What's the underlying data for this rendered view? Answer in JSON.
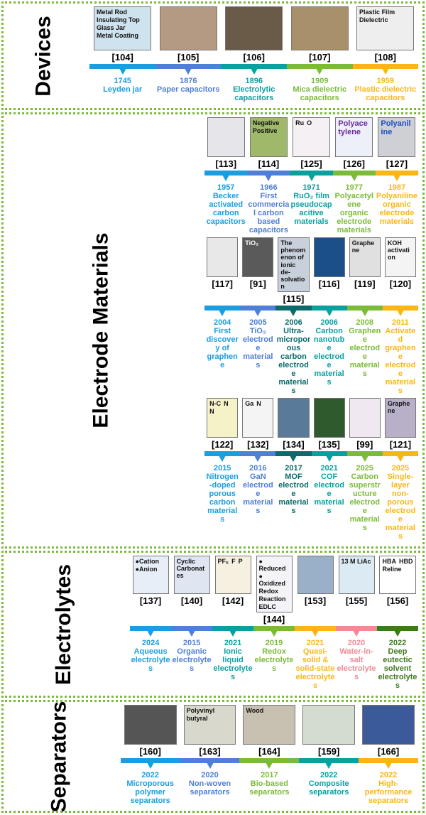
{
  "colors": {
    "blue": "#1a9ee0",
    "periwinkle": "#4f7fd6",
    "teal": "#0aa0a0",
    "darkteal": "#0b6b6b",
    "green": "#7cbb3a",
    "orange": "#fbb615",
    "pink": "#f08a94",
    "darkgreen": "#3d7a1e",
    "border": "#7cbb3a"
  },
  "sections": [
    {
      "title": "Devices",
      "rows": [
        {
          "items": [
            {
              "ref": "[104]",
              "year": "1745",
              "label": "Leyden jar",
              "color": "blue",
              "pic": "#cfe3ee",
              "image_labels": [
                "Metal Rod",
                "Insulating Top",
                "Glass Jar",
                "Metal Coating"
              ]
            },
            {
              "ref": "[105]",
              "year": "1876",
              "label": "Paper capacitors",
              "color": "periwinkle",
              "pic": "#b49a82",
              "image_labels": []
            },
            {
              "ref": "[106]",
              "year": "1896",
              "label": "Electrolytic capacitors",
              "color": "teal",
              "pic": "#6a5a48",
              "image_labels": []
            },
            {
              "ref": "[107]",
              "year": "1909",
              "label": "Mica dielectric capacitors",
              "color": "green",
              "pic": "#a8906a",
              "image_labels": []
            },
            {
              "ref": "[108]",
              "year": "1959",
              "label": "Plastic dielectric capacitors",
              "color": "orange",
              "pic": "#eeeeee",
              "image_labels": [
                "Plastic Film",
                "Dielectric"
              ]
            }
          ]
        }
      ]
    },
    {
      "title": "Electrode Materials",
      "rows": [
        {
          "items": [
            {
              "ref": "[113]",
              "year": "1957",
              "label": "Becker activated carbon capacitors",
              "color": "blue",
              "pic": "#e6e6ea",
              "image_labels": []
            },
            {
              "ref": "[114]",
              "year": "1966",
              "label": "First commercial carbon based capacitors",
              "color": "periwinkle",
              "pic": "#9fb86a",
              "image_labels": [
                "Negative",
                "Positive"
              ]
            },
            {
              "ref": "[125]",
              "year": "1971",
              "label": "RuO₂ film pseudocapacitive materials",
              "color": "teal",
              "pic": "#f4f0f4",
              "image_labels": [
                "Ru",
                "O"
              ]
            },
            {
              "ref": "[126]",
              "year": "1977",
              "label": "Polyacetylene organic electrode materials",
              "color": "green",
              "pic": "#eef0f8",
              "image_labels": [
                "Polyacetylene"
              ]
            },
            {
              "ref": "[127]",
              "year": "1987",
              "label": "Polyaniline organic electrode materials",
              "color": "orange",
              "pic": "#cfcfd6",
              "image_labels": [
                "Polyaniline"
              ]
            }
          ]
        },
        {
          "items": [
            {
              "ref": "[117]",
              "year": "2004",
              "label": "First discovery of graphene",
              "color": "blue",
              "pic": "#e8e8e8",
              "image_labels": []
            },
            {
              "ref": "[91]",
              "year": "2005",
              "label": "TiO₂ electrode materials",
              "color": "periwinkle",
              "pic": "#5a5a5a",
              "image_labels": [
                "TiO₂"
              ]
            },
            {
              "ref": "[115]",
              "year": "2006",
              "label": "Ultra-microporous carbon electrode materials",
              "color": "darkteal",
              "pic": "#c8d0dc",
              "image_labels": [
                "The phenomenon of",
                "ionic de-solvation"
              ]
            },
            {
              "ref": "[116]",
              "year": "2006",
              "label": "Carbon nanotube electrode materials",
              "color": "teal",
              "pic": "#1a4f8a",
              "image_labels": []
            },
            {
              "ref": "[119]",
              "year": "2008",
              "label": "Graphene electrode materials",
              "color": "green",
              "pic": "#e0e0e0",
              "image_labels": [
                "Graphene"
              ]
            },
            {
              "ref": "[120]",
              "year": "2011",
              "label": "Activated graphene electrode materials",
              "color": "orange",
              "pic": "#f4f4f4",
              "image_labels": [
                "KOH activation"
              ]
            }
          ]
        },
        {
          "items": [
            {
              "ref": "[122]",
              "year": "2015",
              "label": "Nitrogen-doped porous carbon materials",
              "color": "blue",
              "pic": "#f6f2c8",
              "image_labels": [
                "N-C",
                "N",
                "N"
              ]
            },
            {
              "ref": "[132]",
              "year": "2016",
              "label": "GaN electrode materials",
              "color": "periwinkle",
              "pic": "#f4f4f4",
              "image_labels": [
                "Ga",
                "N"
              ]
            },
            {
              "ref": "[134]",
              "year": "2017",
              "label": "MOF electrode materials",
              "color": "darkteal",
              "pic": "#5a7a9a",
              "image_labels": []
            },
            {
              "ref": "[135]",
              "year": "2021",
              "label": "COF electrode materials",
              "color": "teal",
              "pic": "#2e5a2e",
              "image_labels": []
            },
            {
              "ref": "[99]",
              "year": "2025",
              "label": "Carbon superstructure electrode materials",
              "color": "green",
              "pic": "#f0e8f0",
              "image_labels": []
            },
            {
              "ref": "[121]",
              "year": "2025",
              "label": "Single-layer non-porous electrode materials",
              "color": "orange",
              "pic": "#b8b0c8",
              "image_labels": [
                "Graphene"
              ]
            }
          ]
        }
      ]
    },
    {
      "title": "Electrolytes",
      "rows": [
        {
          "items": [
            {
              "ref": "[137]",
              "year": "2024",
              "label": "Aqueous electrolytes",
              "color": "blue",
              "pic": "#e8eef8",
              "image_labels": [
                "●Cation",
                "●Anion"
              ]
            },
            {
              "ref": "[140]",
              "year": "2015",
              "label": "Organic electrolytes",
              "color": "periwinkle",
              "pic": "#dfe6f2",
              "image_labels": [
                "Cyclic Carbonates"
              ]
            },
            {
              "ref": "[142]",
              "year": "2021",
              "label": "Ionic liquid electrolytes",
              "color": "teal",
              "pic": "#f6f0e0",
              "image_labels": [
                "PF₆",
                "F",
                "P"
              ]
            },
            {
              "ref": "[144]",
              "year": "2019",
              "label": "Redox electrolytes",
              "color": "green",
              "pic": "#f4f4f8",
              "image_labels": [
                "● Reduced",
                "● Oxidized",
                "Redox",
                "Reaction",
                "EDLC"
              ]
            },
            {
              "ref": "[153]",
              "year": "2021",
              "label": "Quasi-solid & solid-state electrolytes",
              "color": "orange",
              "pic": "#9ab0c8",
              "image_labels": []
            },
            {
              "ref": "[155]",
              "year": "2020",
              "label": "Water-in-salt electrolytes",
              "color": "pink",
              "pic": "#dceaf4",
              "image_labels": [
                "13 M LiAc"
              ]
            },
            {
              "ref": "[156]",
              "year": "2022",
              "label": "Deep eutectic solvent electrolytes",
              "color": "darkgreen",
              "pic": "#ffffff",
              "image_labels": [
                "HBA",
                "HBD",
                "Reline"
              ]
            }
          ]
        }
      ]
    },
    {
      "title": "Separators",
      "rows": [
        {
          "items": [
            {
              "ref": "[160]",
              "year": "2022",
              "label": "Microporous polymer separators",
              "color": "blue",
              "pic": "#555555",
              "image_labels": []
            },
            {
              "ref": "[163]",
              "year": "2020",
              "label": "Non-woven separators",
              "color": "periwinkle",
              "pic": "#d8d8cc",
              "image_labels": [
                "Polyvinyl",
                "butyral"
              ]
            },
            {
              "ref": "[164]",
              "year": "2017",
              "label": "Bio-based separators",
              "color": "green",
              "pic": "#c8c0b0",
              "image_labels": [
                "Wood"
              ]
            },
            {
              "ref": "[159]",
              "year": "2022",
              "label": "Composite separators",
              "color": "teal",
              "pic": "#d4dcd0",
              "image_labels": []
            },
            {
              "ref": "[166]",
              "year": "2022",
              "label": "High-performance separators",
              "color": "orange",
              "pic": "#3a5a9a",
              "image_labels": []
            }
          ]
        }
      ]
    }
  ]
}
